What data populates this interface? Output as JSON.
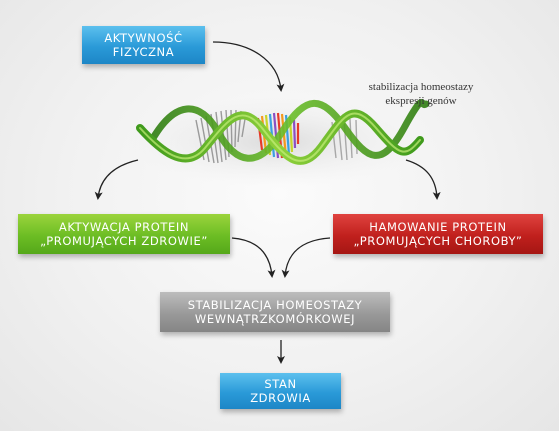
{
  "diagram": {
    "activity": {
      "line1": "AKTYWNOŚĆ",
      "line2": "FIZYCZNA"
    },
    "dna_caption": {
      "line1": "stabilizacja homeostazy",
      "line2": "ekspresji genów"
    },
    "activation": {
      "line1": "AKTYWACJA PROTEIN",
      "line2": "„PROMUJĄCYCH ZDROWIE”"
    },
    "inhibition": {
      "line1": "HAMOWANIE PROTEIN",
      "line2": "„PROMUJĄCYCH CHOROBY”"
    },
    "stabilization": {
      "line1": "STABILIZACJA HOMEOSTAZY",
      "line2": "WEWNĄTRZKOMÓRKOWEJ"
    },
    "health": {
      "line1": "STAN",
      "line2": "ZDROWIA"
    }
  },
  "colors": {
    "blue_box": "#2a9ad8",
    "green_box": "#6cbd24",
    "red_box": "#c0201d",
    "gray_box": "#999999",
    "helix_green": "#6cbf2a",
    "arrow": "#222222"
  },
  "icons": {
    "dna": "dna-helix-icon",
    "arrow": "curved-arrow"
  }
}
